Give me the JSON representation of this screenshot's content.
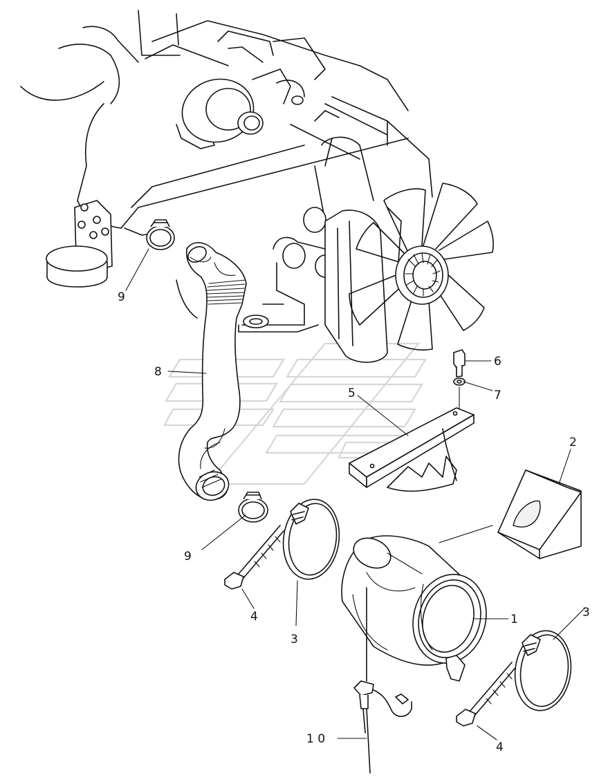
{
  "diagram": {
    "callouts": [
      {
        "id": "label-1",
        "text": "1"
      },
      {
        "id": "label-2",
        "text": "2"
      },
      {
        "id": "label-3a",
        "text": "3"
      },
      {
        "id": "label-3b",
        "text": "3"
      },
      {
        "id": "label-4a",
        "text": "4"
      },
      {
        "id": "label-4b",
        "text": "4"
      },
      {
        "id": "label-5",
        "text": "5"
      },
      {
        "id": "label-6",
        "text": "6"
      },
      {
        "id": "label-7",
        "text": "7"
      },
      {
        "id": "label-8",
        "text": "8"
      },
      {
        "id": "label-9a",
        "text": "9"
      },
      {
        "id": "label-9b",
        "text": "9"
      },
      {
        "id": "label-10",
        "text": "1 0"
      }
    ],
    "colors": {
      "line": "#111111",
      "background": "#ffffff",
      "watermark": "#d6d6d6"
    }
  }
}
